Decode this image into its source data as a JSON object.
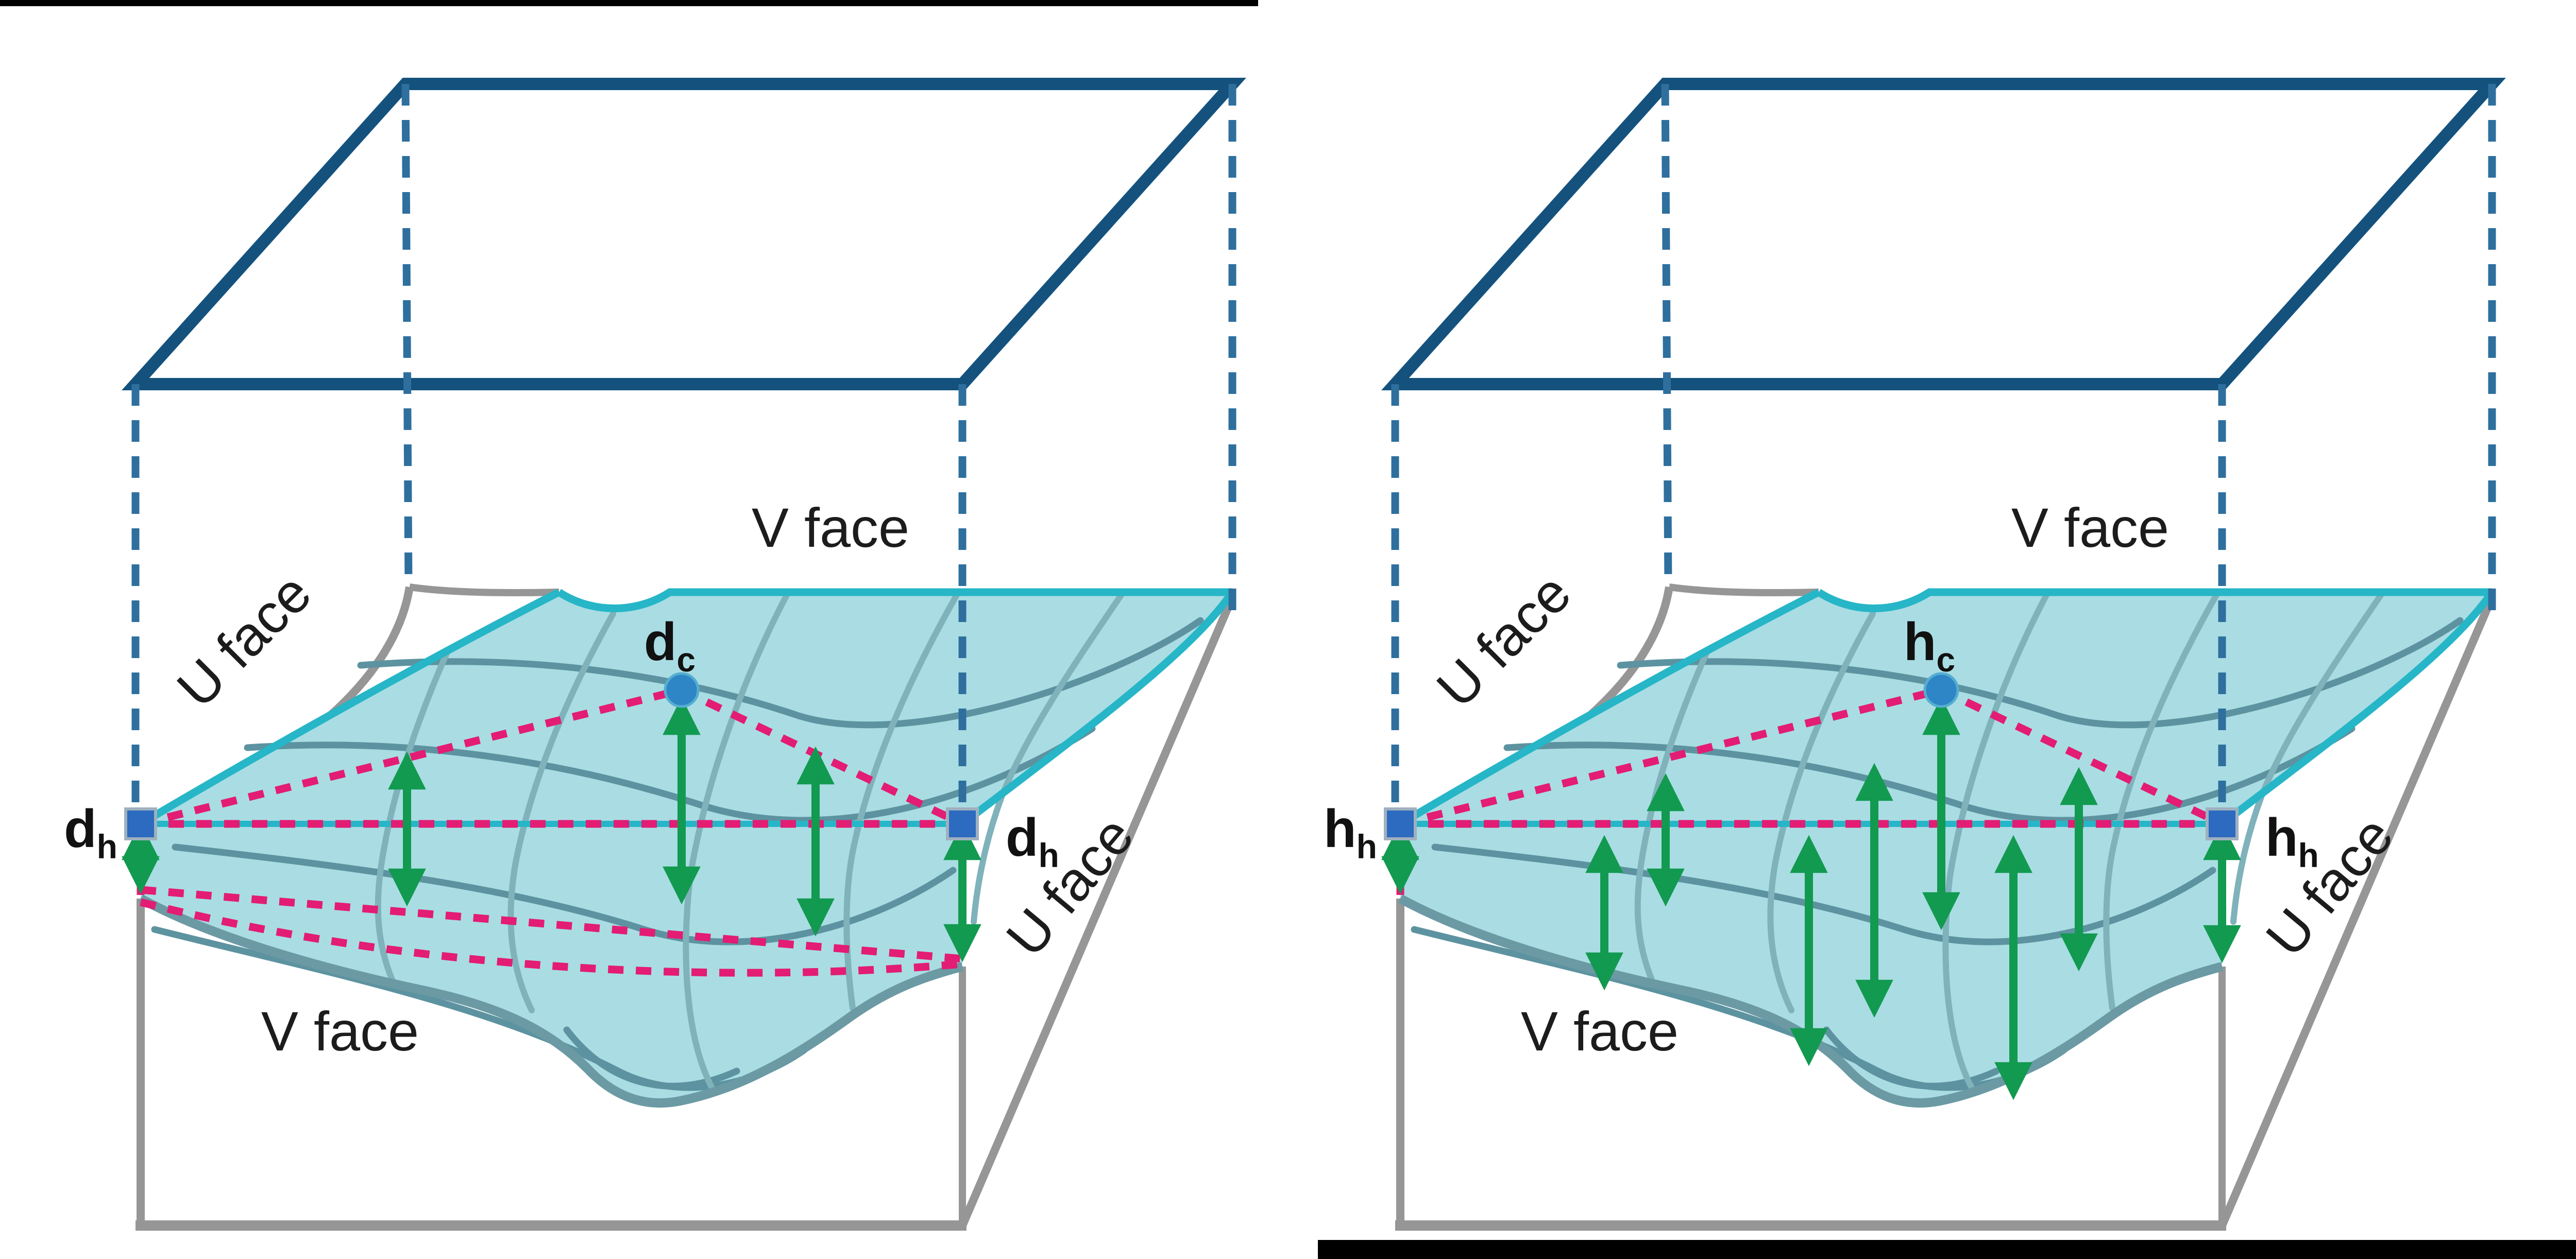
{
  "figure": {
    "description": "Two 3D unit-cube diagrams with a warped teal parametric surface; left shows distance measures d, right shows height measures h",
    "colors": {
      "box_navy": "#14527d",
      "dashed_edge_blue": "#2e6f9e",
      "surface_fill": "#a9dde3",
      "surface_edge_cyan": "#26b6c7",
      "surface_front_edge": "#6b9aa4",
      "grid_light": "#7fb2ba",
      "grid_dark": "#5d93a0",
      "box_gray": "#969696",
      "pink_dashed": "#e31c74",
      "green_arrow": "#129a50",
      "handle_marker_blue": "#2c6bbf",
      "center_dot_blue": "#2e86c6",
      "label_black": "#1c1c1c",
      "crop_bar_black": "#000000"
    }
  },
  "diagrams": [
    {
      "id": "distance-diagram",
      "face_labels": {
        "v_top": "V face",
        "u_left": "U face",
        "u_right": "U face",
        "v_bottom": "V face"
      },
      "point_labels": {
        "left_handle": {
          "main": "d",
          "sub": "h"
        },
        "center": {
          "main": "d",
          "sub": "c"
        },
        "right_handle": {
          "main": "d",
          "sub": "h"
        }
      }
    },
    {
      "id": "height-diagram",
      "face_labels": {
        "v_top": "V face",
        "u_left": "U face",
        "u_right": "U face",
        "v_bottom": "V face"
      },
      "point_labels": {
        "left_handle": {
          "main": "h",
          "sub": "h"
        },
        "center": {
          "main": "h",
          "sub": "c"
        },
        "right_handle": {
          "main": "h",
          "sub": "h"
        }
      }
    }
  ]
}
